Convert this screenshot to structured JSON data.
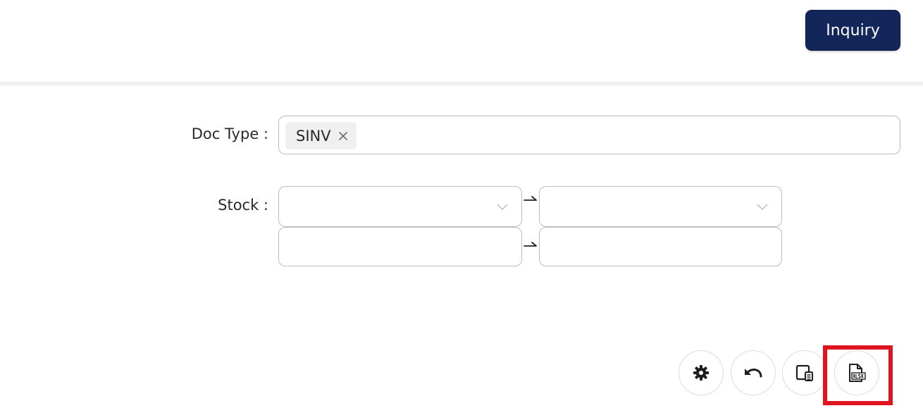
{
  "header": {
    "inquiry_label": "Inquiry"
  },
  "filters": {
    "doc_type": {
      "label": "Doc Type :",
      "selected_tags": [
        "SINV"
      ]
    },
    "stock": {
      "label": "Stock :",
      "select_from_value": "",
      "select_to_value": "",
      "input_from_value": "",
      "input_to_value": ""
    }
  },
  "toolbar": {
    "buttons": [
      {
        "icon": "gear-icon"
      },
      {
        "icon": "undo-icon"
      },
      {
        "icon": "layout-icon"
      },
      {
        "icon": "xlsx-export-icon"
      }
    ]
  },
  "colors": {
    "primary": "#13265a",
    "highlight": "#e0141e",
    "border": "#bdbdbd",
    "tag_bg": "#f0f0f0"
  }
}
